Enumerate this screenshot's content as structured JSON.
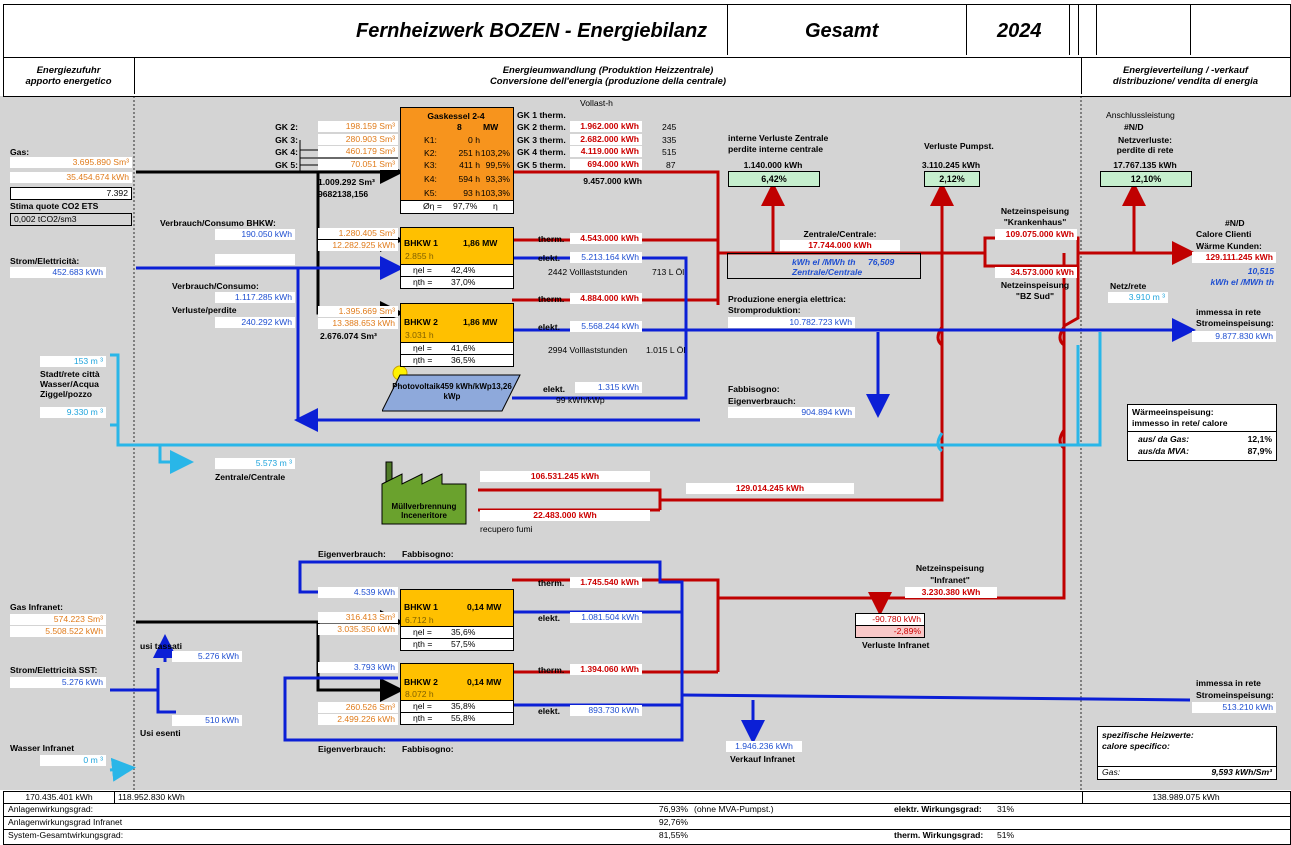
{
  "header": {
    "title": "Fernheizwerk BOZEN - Energiebilanz",
    "scope": "Gesamt",
    "year": "2024"
  },
  "sections": {
    "left": [
      "Energiezufuhr",
      "apporto energetico"
    ],
    "center": [
      "Energieumwandlung (Produktion Heizzentrale)",
      "Conversione dell'energia (produzione della centrale)"
    ],
    "right": [
      "Energieverteilung / -verkauf",
      "distribuzione/ vendita di energia"
    ]
  },
  "supply": {
    "gas_label": "Gas:",
    "gas_sm3": "3.695.890 Sm³",
    "gas_kwh": "35.454.674 kWh",
    "co2_value": "7.392",
    "co2_label": "Stima quote CO2 ETS",
    "co2_factor": "0,002 tCO2/sm3",
    "strom_label": "Strom/Elettricità:",
    "strom_kwh": "452.683 kWh",
    "water_m3": "153 m ³",
    "water_label1": "Stadt/rete città",
    "water_label2": "Wasser/Acqua",
    "water_label3": "Ziggel/pozzo",
    "water_pozzo": "9.330 m ³",
    "zentrale_water": "5.573 m ³",
    "zentrale_label": "Zentrale/Centrale"
  },
  "gk": {
    "rows": [
      {
        "name": "GK 2:",
        "sm3": "198.159 Sm³"
      },
      {
        "name": "GK 3:",
        "sm3": "280.903 Sm³"
      },
      {
        "name": "GK 4:",
        "sm3": "460.179 Sm³"
      },
      {
        "name": "GK 5:",
        "sm3": "70.051 Sm³"
      }
    ],
    "total_sm3": "1.009.292 Sm³",
    "code": "9682138,156",
    "box_title": "Gaskessel 2-4",
    "box_power": "8",
    "box_unit": "MW",
    "k_rows": [
      {
        "k": "K1:",
        "h": "0 h",
        "pct": ""
      },
      {
        "k": "K2:",
        "h": "251 h",
        "pct": "103,2%"
      },
      {
        "k": "K3:",
        "h": "411 h",
        "pct": "99,5%"
      },
      {
        "k": "K4:",
        "h": "594 h",
        "pct": "93,3%"
      },
      {
        "k": "K5:",
        "h": "93 h",
        "pct": "103,3%"
      }
    ],
    "eta_label": "Øη =",
    "eta_value": "97,7%",
    "eta_sym": "η",
    "vollast": "Vollast-h",
    "therm_rows": [
      {
        "name": "GK 1 therm.",
        "kwh": "1.962.000 kWh",
        "h": "245"
      },
      {
        "name": "GK 2 therm.",
        "kwh": "2.682.000 kWh",
        "h": "335"
      },
      {
        "name": "GK 3 therm.",
        "kwh": "4.119.000 kWh",
        "h": "515"
      },
      {
        "name": "GK 4 therm.",
        "kwh": "694.000 kWh",
        "h": "87"
      },
      {
        "name": "GK 5 therm.",
        "kwh": "",
        "h": ""
      }
    ],
    "therm_total": "9.457.000 kWh"
  },
  "bhkw_main": {
    "verbrauch_label": "Verbrauch/Consumo BHKW:",
    "verbrauch_kwh": "190.050 kWh",
    "b1_sm3": "1.280.405 Sm³",
    "b1_kwh": "12.282.925 kWh",
    "b1_name": "BHKW 1",
    "b1_power": "1,86 MW",
    "b1_h": "2.855 h",
    "b1_el": "42,4%",
    "b1_th": "37,0%",
    "b1_therm": "4.543.000 kWh",
    "b1_elekt": "5.213.164 kWh",
    "b1_voll": "2442 Volllaststunden",
    "b1_oel": "713 L  Öl",
    "b2_sm3": "1.395.669 Sm³",
    "b2_kwh": "13.388.653 kWh",
    "b2_total": "2.676.074 Sm³",
    "b2_name": "BHKW 2",
    "b2_power": "1,86 MW",
    "b2_h": "3.031 h",
    "b2_el": "41,6%",
    "b2_th": "36,5%",
    "b2_therm": "4.884.000 kWh",
    "b2_elekt": "5.568.244 kWh",
    "b2_voll": "2994 Volllaststunden",
    "b2_oel": "1.015 L  Öl",
    "verb2_label": "Verbrauch/Consumo:",
    "verb2_kwh": "1.117.285 kWh",
    "verluste_label": "Verluste/perdite",
    "verluste_kwh": "240.292 kWh",
    "therm_label": "therm.",
    "elekt_label": "elekt.",
    "el_label": "ηel =",
    "th_label": "ηth ="
  },
  "pv": {
    "label": "Photovoltaik459 kWh/kWp13,26 kWp",
    "elekt": "1.315 kWh",
    "specific": "99 kWh/kWp"
  },
  "losses": {
    "zentrale_title1": "interne Verluste Zentrale",
    "zentrale_title2": "perdite interne centrale",
    "zentrale_kwh": "1.140.000 kWh",
    "zentrale_pct": "6,42%",
    "pump_title": "Verluste Pumpst.",
    "pump_kwh": "3.110.245 kWh",
    "pump_pct": "2,12%",
    "net_anschluss": "Anschlussleistung",
    "net_nd": "#N/D",
    "net_title1": "Netzverluste:",
    "net_title2": "perdite di rete",
    "net_kwh": "17.767.135 kWh",
    "net_pct": "12,10%"
  },
  "central": {
    "zentrale_label": "Zentrale/Centrale:",
    "zentrale_kwh": "17.744.000 kWh",
    "kwh_ratio_label": "kWh el /MWh th",
    "kwh_ratio": "76,509",
    "zentrale_sub": "Zentrale/Centrale",
    "prod_label1": "Produzione energia elettrica:",
    "prod_label2": "Stromproduktion:",
    "prod_kwh": "10.782.723 kWh",
    "fab_label1": "Fabbisogno:",
    "fab_label2": "Eigenverbrauch:",
    "fab_kwh": "904.894 kWh"
  },
  "netz": {
    "kh_label1": "Netzeinspeisung",
    "kh_label2": "\"Krankenhaus\"",
    "kh_kwh": "109.075.000 kWh",
    "bz_kwh": "34.573.000 kWh",
    "bz_label1": "Netzeinspeisung",
    "bz_label2": "\"BZ Sud\"",
    "rete_label": "Netz/rete",
    "rete_m3": "3.910 m ³"
  },
  "customers": {
    "nd": "#N/D",
    "label1": "Calore Clienti",
    "label2": "Wärme Kunden:",
    "kwh": "129.111.245 kWh",
    "ratio": "10,515",
    "ratio_unit": "kWh el /MWh th",
    "strom_label1": "immessa in rete",
    "strom_label2": "Stromeinspeisung:",
    "strom_kwh": "9.877.830 kWh",
    "waerme_title1": "Wärmeeinspeisung:",
    "waerme_title2": "immesso in rete/ calore",
    "waerme_gas_label": "aus/ da Gas:",
    "waerme_gas": "12,1%",
    "waerme_mva_label": "aus/da MVA:",
    "waerme_mva": "87,9%"
  },
  "mva": {
    "label": "Müllverbrennung Inceneritore",
    "kwh1": "106.531.245 kWh",
    "kwh2": "129.014.245 kWh",
    "kwh3": "22.483.000 kWh",
    "recupero": "recupero fumi"
  },
  "infranet": {
    "eigen_label": "Eigenverbrauch:",
    "fab_label": "Fabbisogno:",
    "b1_eigen": "4.539 kWh",
    "b1_therm": "1.745.540 kWh",
    "b1_sm3": "316.413 Sm³",
    "b1_kwh": "3.035.350 kWh",
    "b1_name": "BHKW 1",
    "b1_power": "0,14 MW",
    "b1_h": "6.712 h",
    "b1_el": "35,6%",
    "b1_th": "57,5%",
    "b1_elekt": "1.081.504 kWh",
    "b2_eigen": "3.793 kWh",
    "b2_therm": "1.394.060 kWh",
    "b2_sm3": "260.526 Sm³",
    "b2_kwh": "2.499.226 kWh",
    "b2_name": "BHKW 2",
    "b2_power": "0,14 MW",
    "b2_h": "8.072 h",
    "b2_el": "35,8%",
    "b2_th": "55,8%",
    "b2_elekt": "893.730 kWh",
    "gas_label": "Gas Infranet:",
    "gas_sm3": "574.223 Sm³",
    "gas_kwh": "5.508.522 kWh",
    "strom_label": "Strom/Elettricità SST:",
    "strom_kwh": "5.276 kWh",
    "tassati_label": "usi tassati",
    "tassati_kwh": "5.276 kWh",
    "esenti_kwh": "510 kWh",
    "esenti_label": "Usi esenti",
    "wasser_label": "Wasser Infranet",
    "wasser_m3": "0 m ³",
    "netz_label1": "Netzeinspeisung",
    "netz_label2": "\"Infranet\"",
    "netz_kwh": "3.230.380 kWh",
    "verl_kwh": "-90.780 kWh",
    "verl_pct": "-2,89%",
    "verl_label": "Verluste Infranet",
    "verkauf_kwh": "1.946.236 kWh",
    "verkauf_label": "Verkauf Infranet",
    "strom_out_label1": "immessa in rete",
    "strom_out_label2": "Stromeinspeisung:",
    "strom_out_kwh": "513.210 kWh"
  },
  "specific": {
    "title1": "spezifische Heizwerte:",
    "title2": "calore specifico:",
    "gas_label": "Gas:",
    "gas_value": "9,593 kWh/Sm³"
  },
  "footer": {
    "total_in": "170.435.401 kWh",
    "total_mid": "118.952.830 kWh",
    "total_out": "138.989.075 kWh",
    "rows": [
      {
        "label": "Anlagenwirkungsgrad:",
        "value": "76,93%",
        "note": "(ohne MVA-Pumpst.)",
        "right_label": "elektr. Wirkungsgrad:",
        "right_value": "31%"
      },
      {
        "label": "Anlagenwirkungsgrad Infranet",
        "value": "92,76%",
        "note": "",
        "right_label": "",
        "right_value": ""
      },
      {
        "label": "System-Gesamtwirkungsgrad:",
        "value": "81,55%",
        "note": "",
        "right_label": "therm. Wirkungsgrad:",
        "right_value": "51%"
      }
    ]
  }
}
